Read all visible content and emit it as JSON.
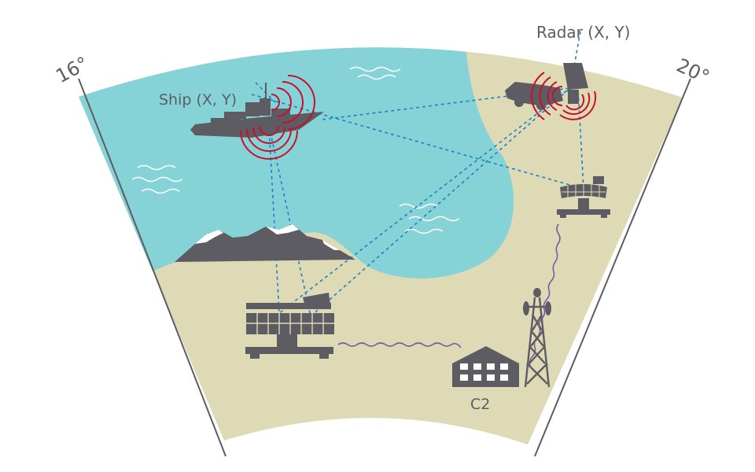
{
  "labels": {
    "angle_left": "16°",
    "angle_right": "20°",
    "ship": "Ship (X, Y)",
    "radar": "Radar (X, Y)",
    "c2": "C2"
  },
  "colors": {
    "sea": "#86d3d7",
    "land": "#dddab5",
    "equipment": "#5d5c63",
    "emission": "#c8102e",
    "data_link": "#1a82c4",
    "comm_link": "#7b5aa6"
  },
  "icons": [
    "ship-icon",
    "mobile-radar-vehicle-icon",
    "radar-station-icon",
    "command-building-icon",
    "comm-tower-icon",
    "mountain-icon"
  ]
}
